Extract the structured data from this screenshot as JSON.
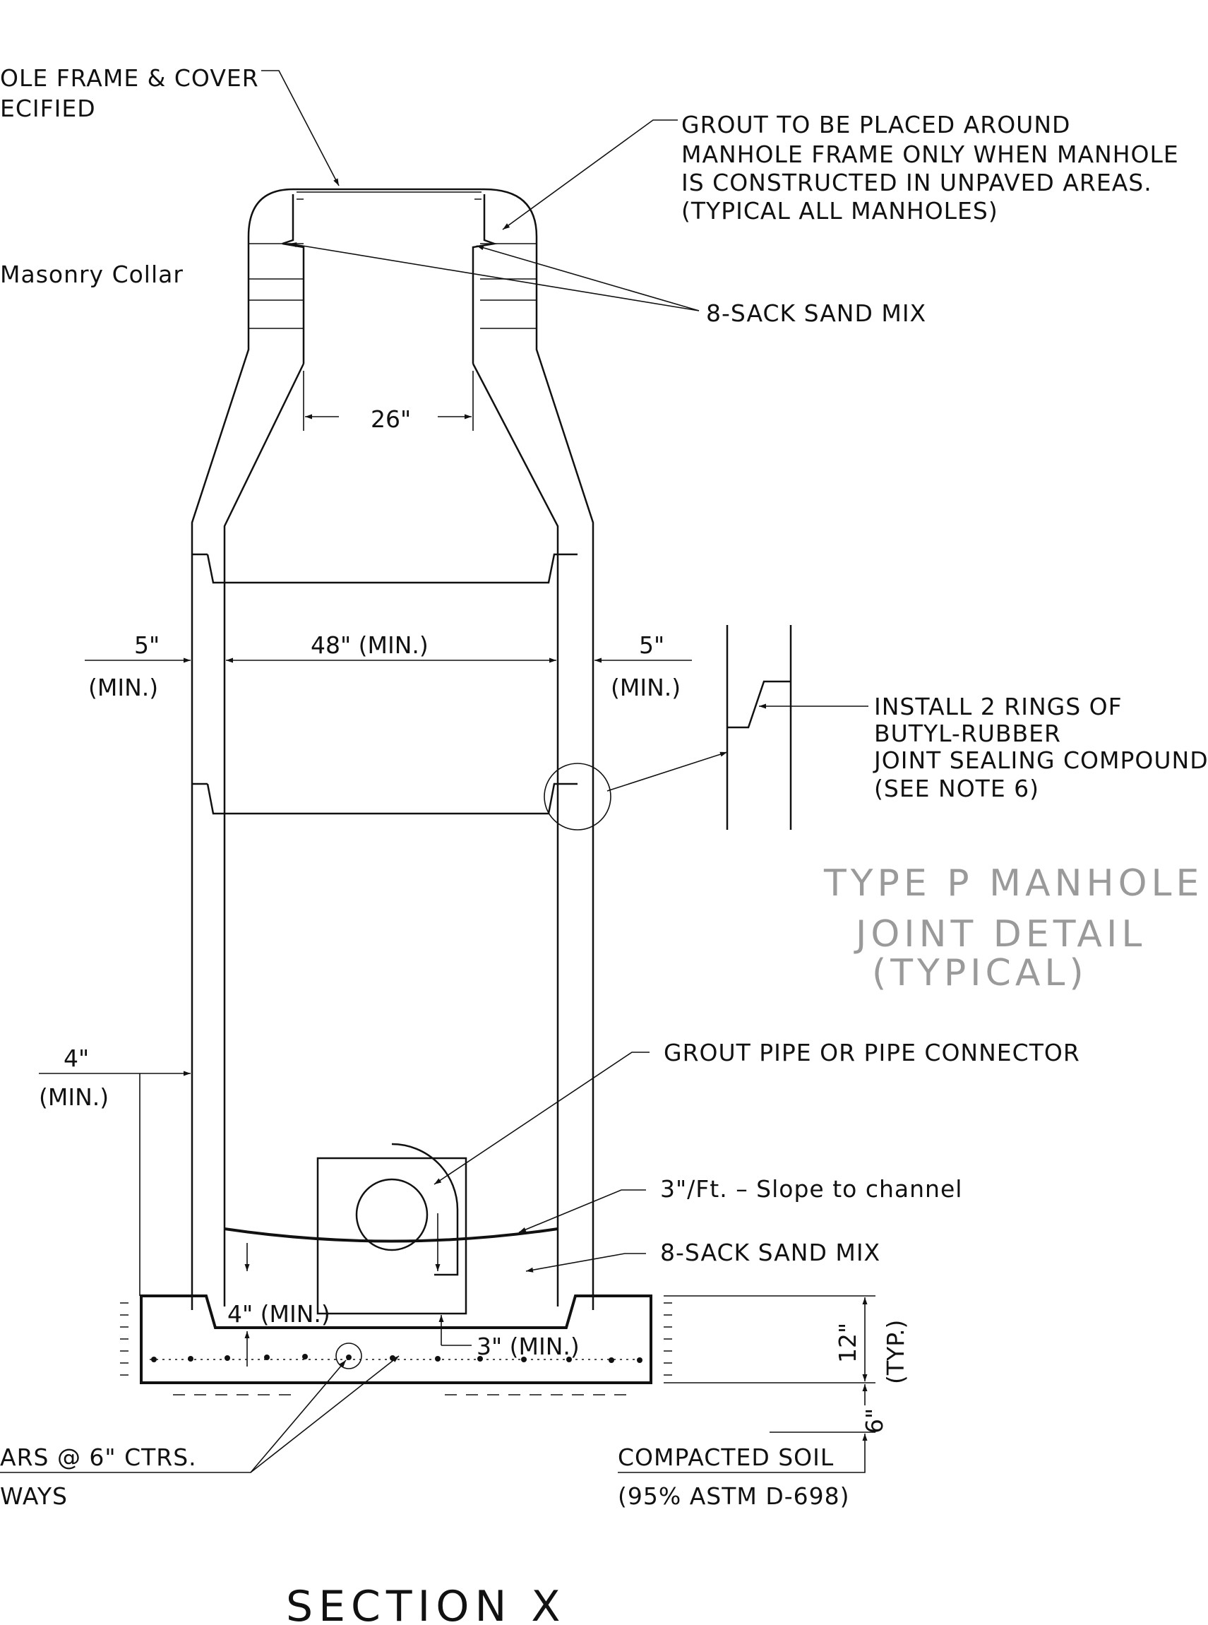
{
  "labels": {
    "frame_cover_line1": "OLE FRAME & COVER",
    "frame_cover_line2": "ECIFIED",
    "grout_note_line1": "GROUT TO BE PLACED AROUND",
    "grout_note_line2": "MANHOLE FRAME ONLY WHEN MANHOLE",
    "grout_note_line3": "IS CONSTRUCTED IN UNPAVED AREAS.",
    "grout_note_line4": "(TYPICAL ALL MANHOLES)",
    "masonry_collar": "Masonry Collar",
    "sand_mix_top": "8-SACK SAND MIX",
    "ring_note_line1": "INSTALL 2 RINGS OF",
    "ring_note_line2": "BUTYL-RUBBER",
    "ring_note_line3": "JOINT SEALING COMPOUND",
    "ring_note_line4": "(SEE NOTE 6)",
    "joint_title_line1": "TYPE P MANHOLE",
    "joint_title_line2": "JOINT DETAIL",
    "joint_title_line3": "(TYPICAL)",
    "grout_pipe": "GROUT PIPE OR PIPE CONNECTOR",
    "slope": "3\"/Ft. – Slope to channel",
    "sand_mix_bottom": "8-SACK SAND MIX",
    "rebar_line1": "ARS @ 6\" CTRS.",
    "rebar_line2": "WAYS",
    "compacted_soil": "COMPACTED SOIL",
    "astm": "(95% ASTM D-698)",
    "section_title": "SECTION X"
  },
  "dimensions": {
    "opening": "26\"",
    "inside_diameter": "48\" (MIN.)",
    "wall_left": "5\"",
    "wall_left_min": "(MIN.)",
    "wall_right": "5\"",
    "wall_right_min": "(MIN.)",
    "base_projection": "4\"",
    "base_projection_min": "(MIN.)",
    "base_above_bottom": "4\" (MIN.)",
    "under_pipe": "3\" (MIN.)",
    "base_thickness": "12\"",
    "base_thickness_typ": "(TYP.)",
    "subbase": "6\""
  }
}
